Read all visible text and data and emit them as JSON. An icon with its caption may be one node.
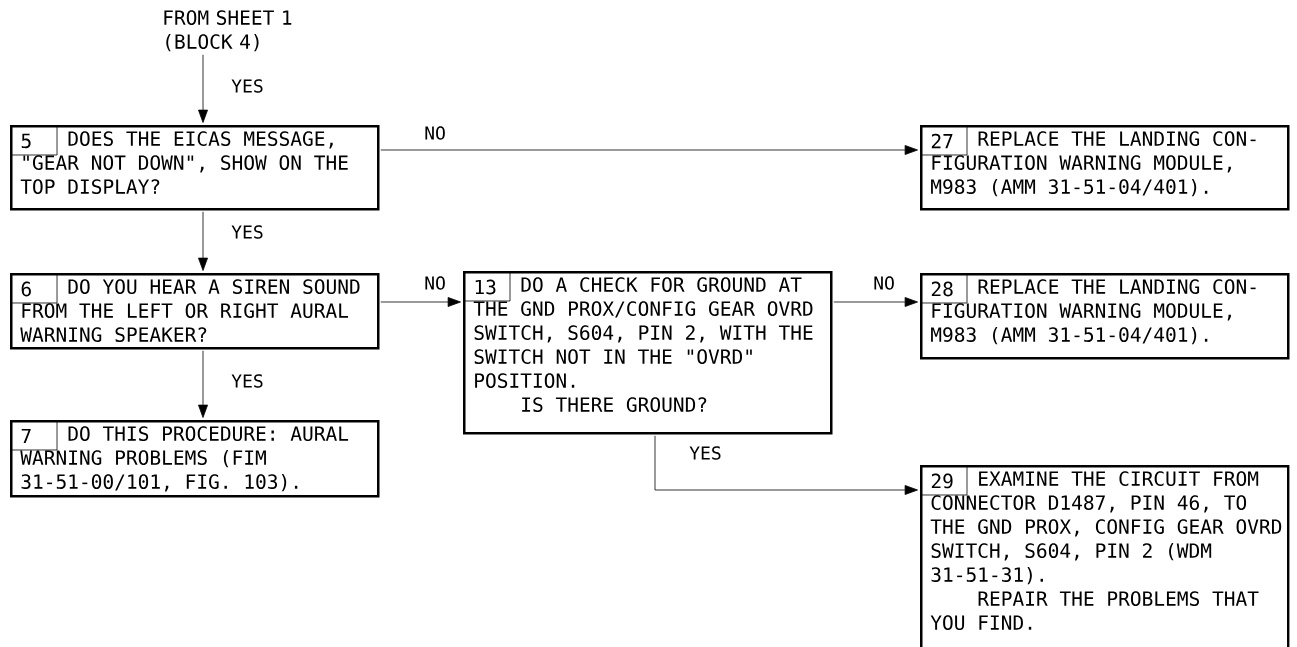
{
  "diagram": {
    "nodes": [
      {
        "text": [
          "FROM SHEET 1 (BLOCK 4)"
        ]
      },
      {
        "text": [
          "5",
          "DOES THE EICAS MESSAGE, \"GEAR NOT DOWN\", SHOW ON THE TOP DISPLAY?"
        ]
      },
      {
        "text": [
          "27",
          "REPLACE THE LANDING CON- FIGURATION WARNING MODULE, M983 (AMM 31-51-04/401)."
        ]
      },
      {
        "text": [
          "6",
          "DO YOU HEAR A SIREN SOUND FROM THE LEFT OR RIGHT AURAL WARNING SPEAKER?"
        ]
      },
      {
        "text": [
          "13",
          "DO A CHECK FOR GROUND AT THE GND PROX/CONFIG GEAR OVRD SWITCH, S604, PIN 2, WITH THE SWITCH NOT IN THE \"OVRD\" POSITION.",
          "IS THERE GROUND?"
        ]
      },
      {
        "text": [
          "28",
          "REPLACE THE LANDING CON- FIGURATION WARNING MODULE, M983 (AMM 31-51-04/401)."
        ]
      },
      {
        "text": [
          "7",
          "DO THIS PROCEDURE: AURAL WARNING PROBLEMS (FIM 31-51-00/101, FIG. 103)."
        ]
      },
      {
        "text": [
          "29",
          "EXAMINE THE CIRCUIT FROM CONNECTOR D1487, PIN 46, TO THE GND PROX, CONFIG GEAR OVRD SWITCH, S604, PIN 2 (WDM 31-51-31).",
          "REPAIR THE PROBLEMS THAT YOU FIND."
        ]
      }
    ],
    "edges": [
      {
        "from": 0,
        "to": 1,
        "arrow": "to",
        "label": "YES"
      },
      {
        "from": 1,
        "to": 2,
        "arrow": "to",
        "label": "NO"
      },
      {
        "from": 1,
        "to": 3,
        "arrow": "to",
        "label": "YES"
      },
      {
        "from": 3,
        "to": 4,
        "arrow": "to",
        "label": "NO"
      },
      {
        "from": 3,
        "to": 6,
        "arrow": "to",
        "label": "YES"
      },
      {
        "from": 4,
        "to": 5,
        "arrow": "to",
        "label": "NO"
      },
      {
        "from": 4,
        "to": 7,
        "arrow": "to",
        "label": "YES"
      }
    ]
  }
}
